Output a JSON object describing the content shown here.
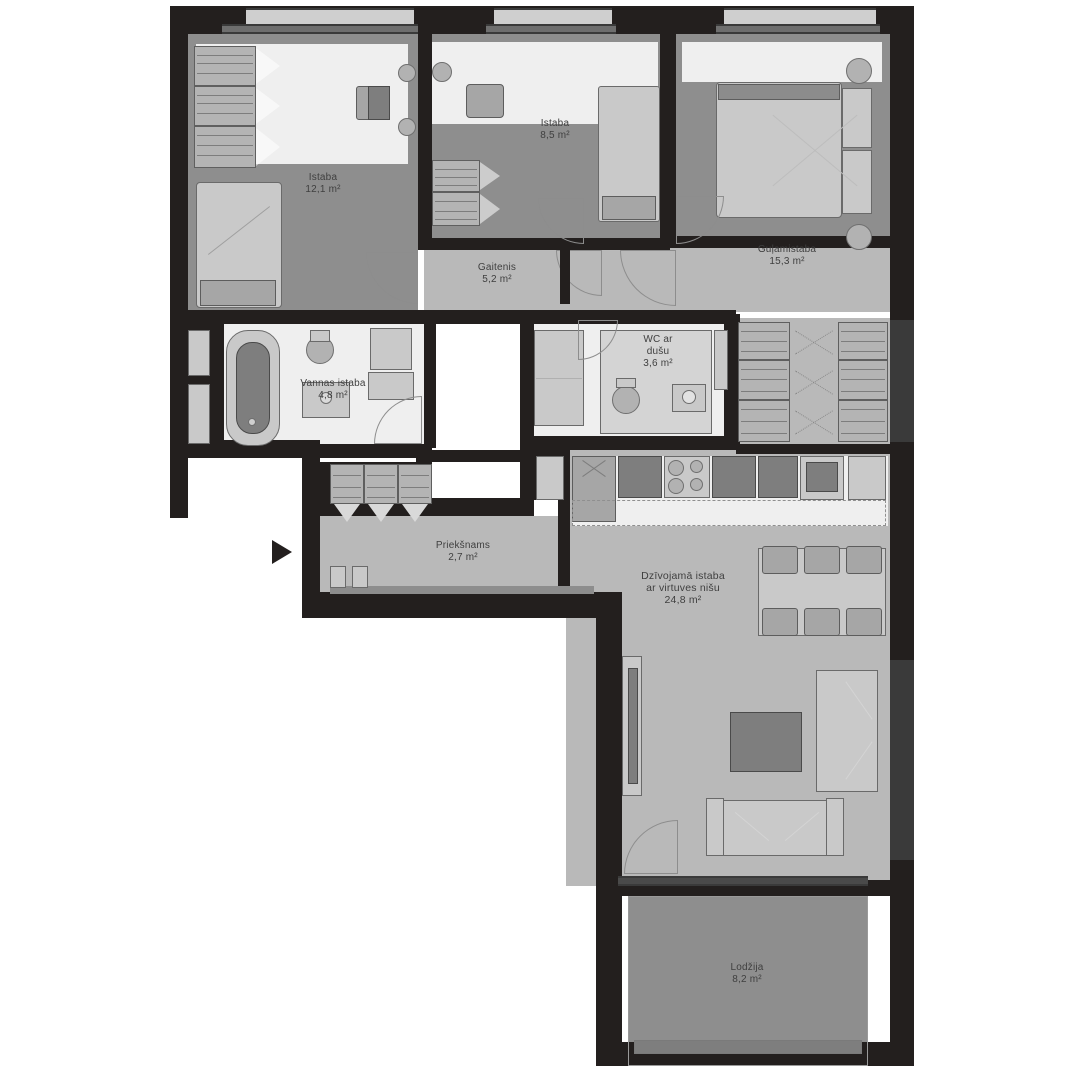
{
  "plan": {
    "type": "apartment-floor-plan",
    "language": "lv",
    "unit": "m²",
    "rooms": [
      {
        "id": "istaba-12",
        "name": "Istaba",
        "area": "12,1 m²",
        "label": "Istaba\n12,1 m²"
      },
      {
        "id": "istaba-85",
        "name": "Istaba",
        "area": "8,5 m²",
        "label": "Istaba\n8,5 m²"
      },
      {
        "id": "gulamistaba",
        "name": "Guļamistaba",
        "area": "15,3 m²",
        "label": "Guļamistaba\n15,3 m²"
      },
      {
        "id": "gaitenis",
        "name": "Gaitenis",
        "area": "5,2 m²",
        "label": "Gaitenis\n5,2 m²"
      },
      {
        "id": "vannas-istaba",
        "name": "Vannas istaba",
        "area": "4,8 m²",
        "label": "Vannas istaba\n4,8 m²"
      },
      {
        "id": "wc-dusa",
        "name": "WC ar dušu",
        "area": "3,6 m²",
        "label": "WC ar\ndušu\n3,6 m²"
      },
      {
        "id": "prieksnams",
        "name": "Priekšnams",
        "area": "2,7 m²",
        "label": "Priekšnams\n2,7 m²"
      },
      {
        "id": "dzivojama",
        "name": "Dzīvojamā istaba ar virtuves nišu",
        "area": "24,8 m²",
        "label": "Dzīvojamā istaba\nar virtuves nišu\n24,8 m²"
      },
      {
        "id": "lodzija",
        "name": "Lodžija",
        "area": "8,2 m²",
        "label": "Lodžija\n8,2 m²"
      }
    ],
    "colors": {
      "wall": "#231f1e",
      "floor": "#8e8e8e",
      "floor_light": "#b9b9b9",
      "furniture": "#a6a6a6",
      "text": "#3f3f3f",
      "background": "#ffffff"
    },
    "entrance": {
      "marker": "entry-arrow",
      "side": "left"
    }
  }
}
